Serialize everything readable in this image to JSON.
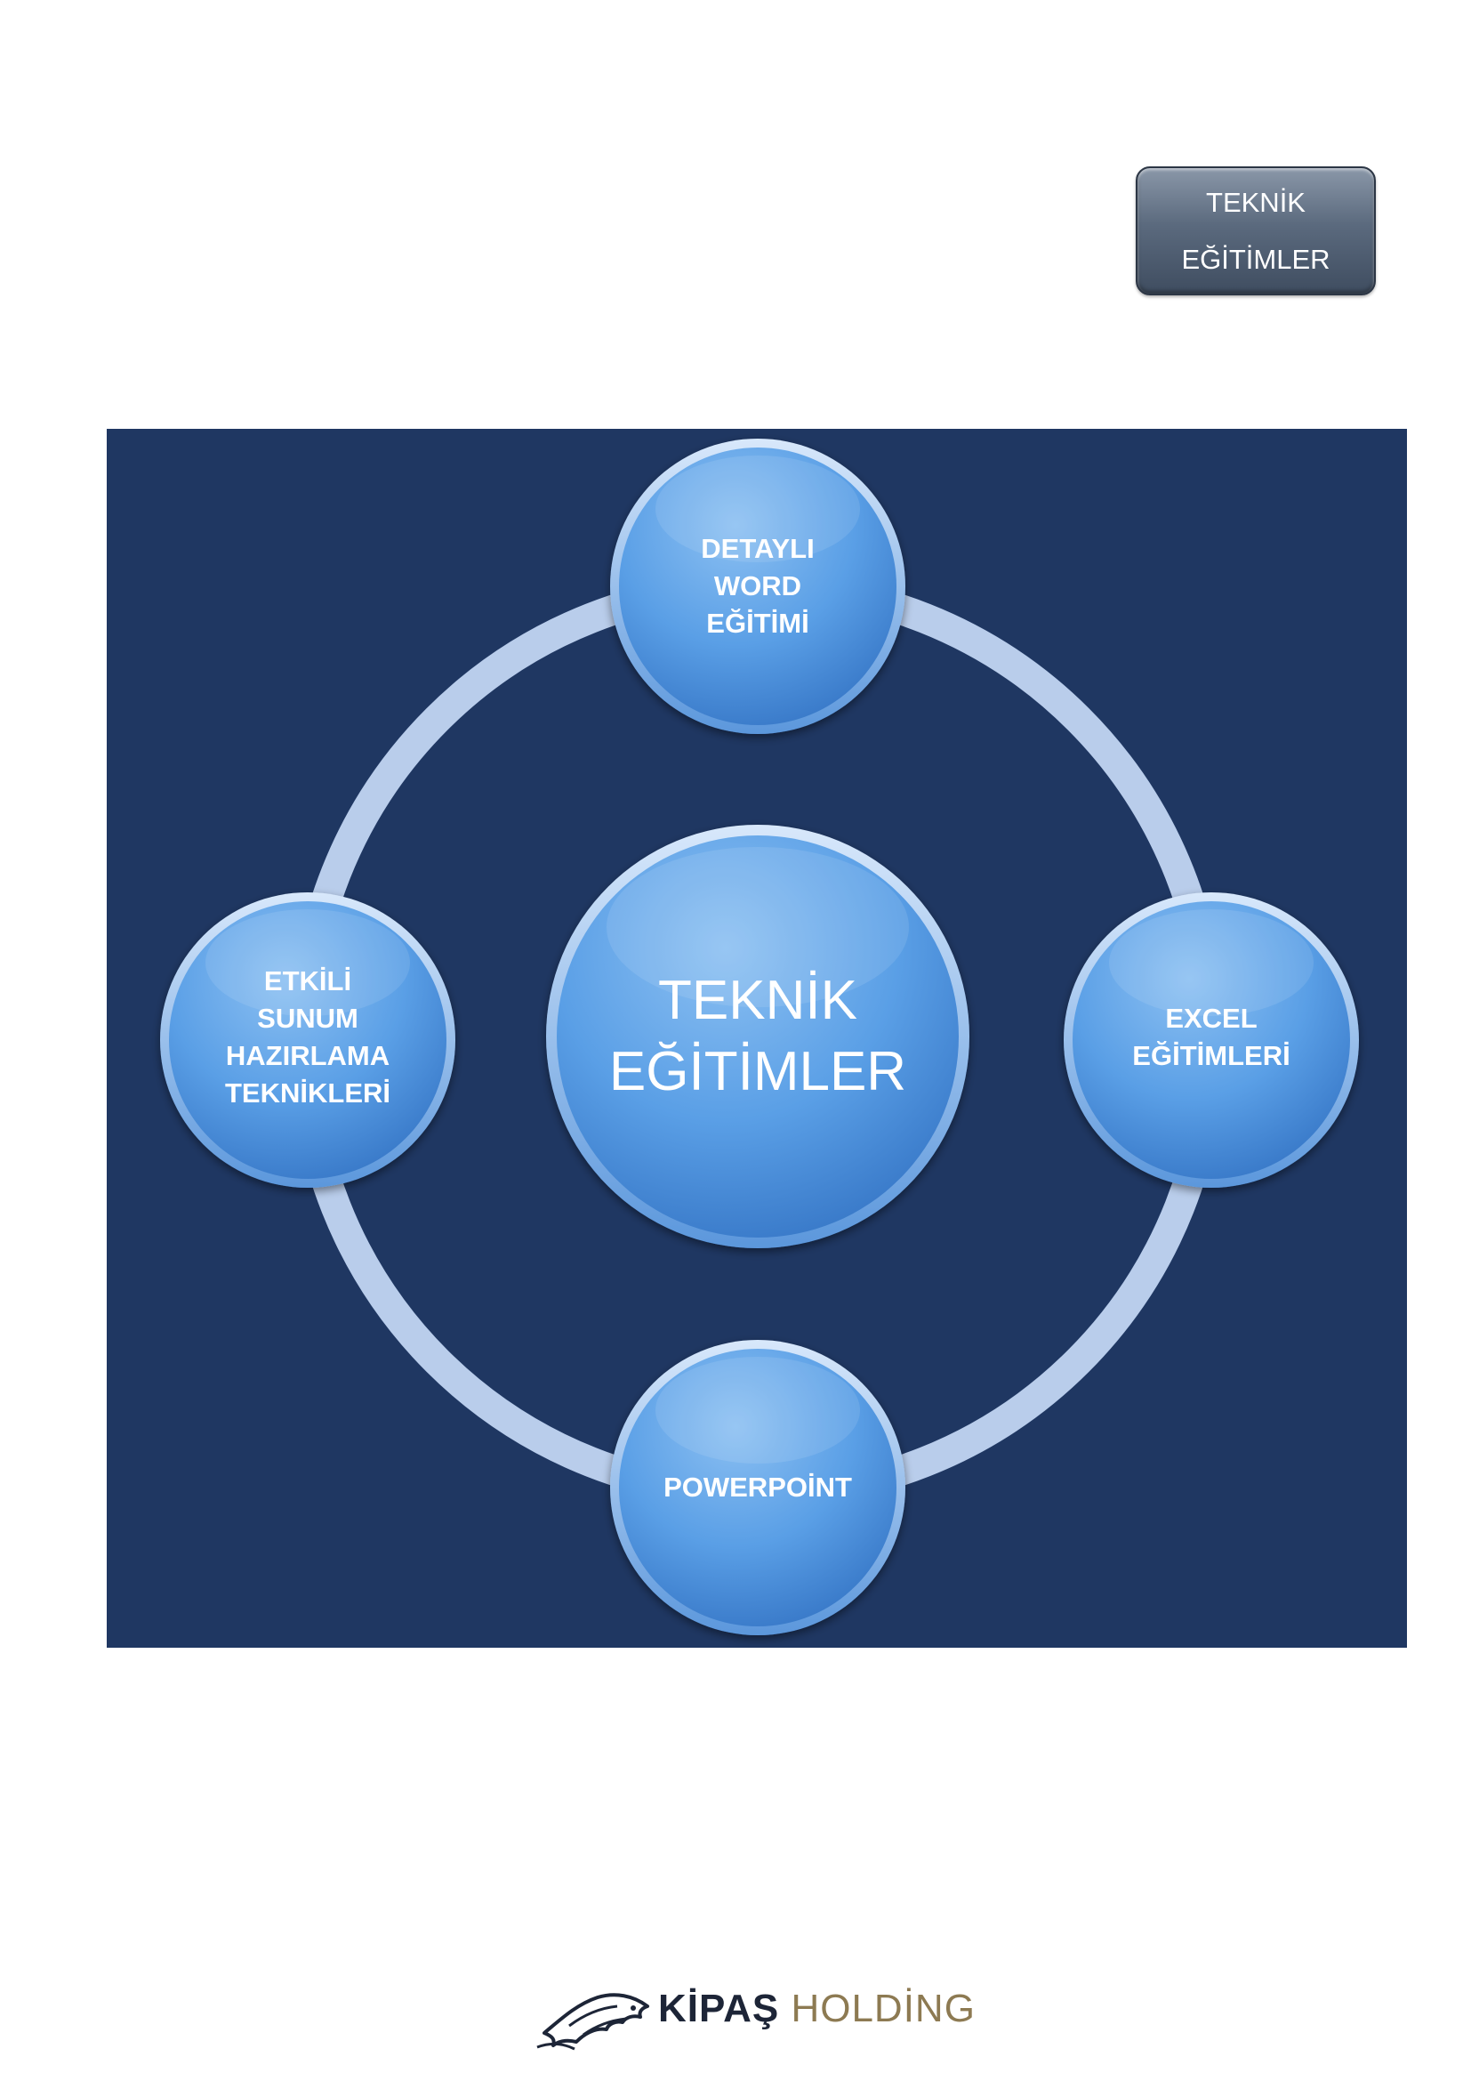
{
  "header": {
    "badge_line1": "TEKNİK",
    "badge_line2": "EĞİTİMLER"
  },
  "diagram": {
    "center": {
      "line1": "TEKNİK",
      "line2": "EĞİTİMLER"
    },
    "nodes": [
      {
        "lines": [
          "DETAYLI",
          "WORD",
          "EĞİTİMİ"
        ]
      },
      {
        "lines": [
          "EXCEL",
          "EĞİTİMLERİ"
        ]
      },
      {
        "lines": [
          "POWERPOİNT"
        ]
      },
      {
        "lines": [
          "ETKİLİ",
          "SUNUM",
          "HAZIRLAMA",
          "TEKNİKLERİ"
        ]
      }
    ],
    "colors": {
      "background": "#1f3762",
      "ring": "#b9cdeb",
      "node_light": "#7fb3ec",
      "node_dark": "#3a82d4"
    }
  },
  "footer": {
    "brand": "KİPAŞ",
    "holding": "HOLDİNG"
  }
}
